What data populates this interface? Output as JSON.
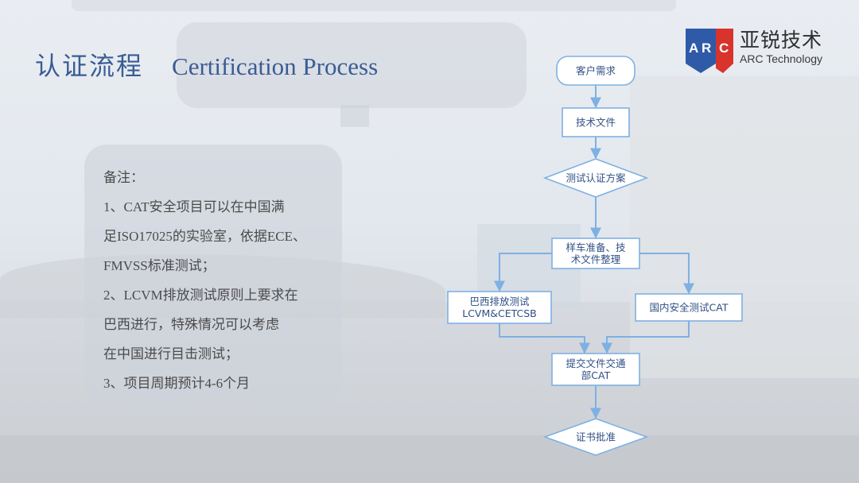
{
  "title": {
    "cn": "认证流程",
    "en": "Certification Process"
  },
  "logo": {
    "mark": "ARC",
    "cn": "亚锐技术",
    "en": "ARC Technology",
    "colors": {
      "blue": "#2f5aa8",
      "red": "#d8342c"
    }
  },
  "notes": {
    "lines": [
      "备注：",
      "1、CAT安全项目可以在中国满",
      "足ISO17025的实验室，依据ECE、",
      "FMVSS标准测试；",
      "2、LCVM排放测试原则上要求在",
      "巴西进行，特殊情况可以考虑",
      "在中国进行目击测试；",
      "3、项目周期预计4-6个月"
    ]
  },
  "flowchart": {
    "colors": {
      "stroke": "#7eb1e3",
      "fill": "#ffffff",
      "text": "#2f4f85"
    },
    "nodes": [
      {
        "id": "client",
        "shape": "rounded",
        "label": [
          "客户需求"
        ]
      },
      {
        "id": "docs",
        "shape": "rect",
        "label": [
          "技术文件"
        ]
      },
      {
        "id": "plan",
        "shape": "diamond",
        "label": [
          "测试认证方案"
        ]
      },
      {
        "id": "prep",
        "shape": "rect",
        "label": [
          "样车准备、技",
          "术文件整理"
        ]
      },
      {
        "id": "brazil",
        "shape": "rect",
        "label": [
          "巴西排放测试",
          "LCVM&CETCSB"
        ]
      },
      {
        "id": "domestic",
        "shape": "rect",
        "label": [
          "国内安全测试CAT"
        ]
      },
      {
        "id": "submit",
        "shape": "rect",
        "label": [
          "提交文件交通",
          "部CAT"
        ]
      },
      {
        "id": "approve",
        "shape": "diamond",
        "label": [
          "证书批准"
        ]
      }
    ],
    "edges": [
      {
        "from": "client",
        "to": "docs"
      },
      {
        "from": "docs",
        "to": "plan"
      },
      {
        "from": "plan",
        "to": "prep"
      },
      {
        "from": "prep",
        "to": "brazil"
      },
      {
        "from": "prep",
        "to": "domestic"
      },
      {
        "from": "brazil",
        "to": "submit"
      },
      {
        "from": "domestic",
        "to": "submit"
      },
      {
        "from": "submit",
        "to": "approve"
      }
    ]
  }
}
